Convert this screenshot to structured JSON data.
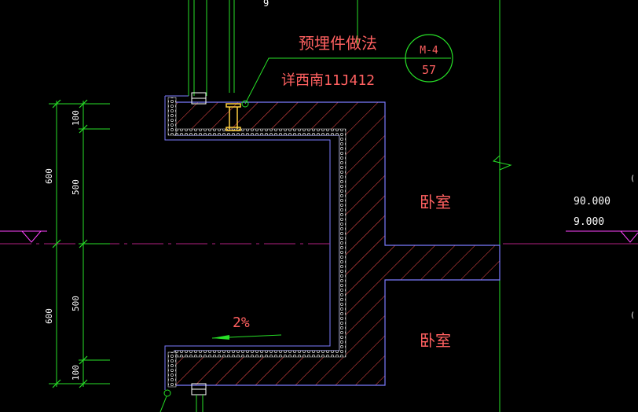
{
  "annotations": {
    "note_title": "预埋件做法",
    "note_ref": "详西南11J412",
    "slope": "2%",
    "room_upper": "卧室",
    "room_lower": "卧室"
  },
  "detail_bubble": {
    "sheet": "M-4",
    "number": "57"
  },
  "elevations": {
    "level_1": "90.000",
    "level_2": "9.000"
  },
  "dimensions": {
    "upper_total": "600",
    "upper_top": "100",
    "upper_mid": "500",
    "lower_total": "600",
    "lower_mid": "500",
    "lower_bottom": "100"
  },
  "top_clip_text": "9",
  "colors": {
    "background": "#000000",
    "outline": "#7b7bff",
    "hatch": "#ff5050",
    "dimension": "#27e027",
    "text_red": "#ff6060",
    "text_white": "#ffffff",
    "leader_green": "#27e027",
    "center_line": "#b02080",
    "magenta": "#ff44ff"
  }
}
